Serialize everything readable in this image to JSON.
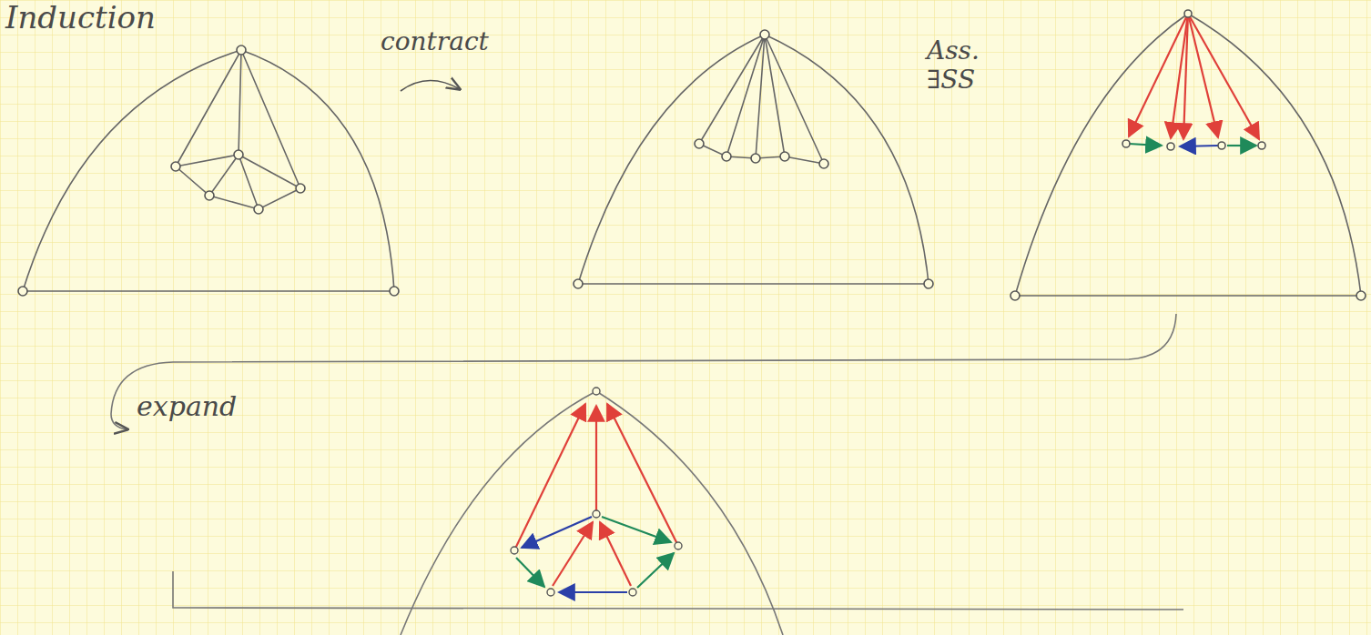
{
  "diagram": {
    "title": "Induction",
    "labels": [
      "contract",
      "Ass. ∃SS",
      "expand"
    ]
  }
}
